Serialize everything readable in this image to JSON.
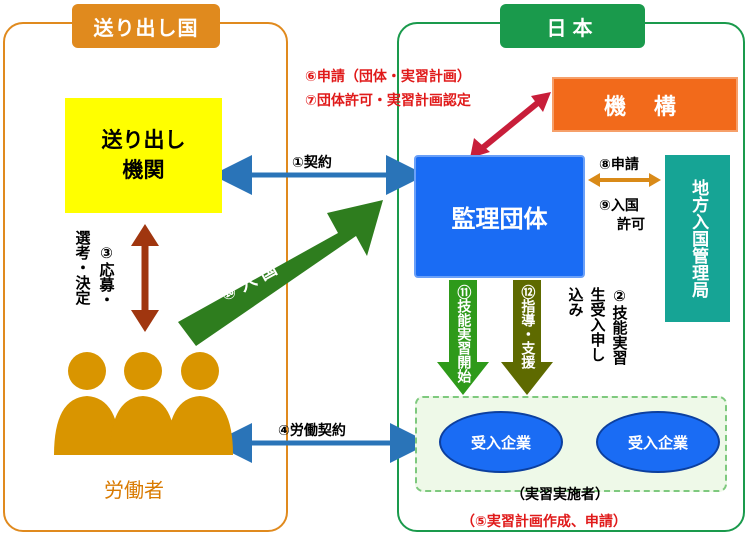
{
  "regions": {
    "sending_country": "送り出し国",
    "japan": "日本"
  },
  "boxes": {
    "sending_org_line1": "送り出し",
    "sending_org_line2": "機関",
    "kiko": "機 構",
    "kanri": "監理団体",
    "immigration": "地方入国管理局",
    "company_a": "受入企業",
    "company_b": "受入企業",
    "implementers": "（実習実施者）",
    "workers": "労働者"
  },
  "labels": {
    "apply_6": "⑥申請（団体・実習計画）",
    "permit_7": "⑦団体許可・実習計画認定",
    "contract_1": "①契約",
    "apply_8": "⑧申請",
    "permit_9_line1": "⑨入国",
    "permit_9_line2": "許可",
    "select_3_col1": "③応募・",
    "select_3_col2": "選考・決定",
    "entry_10": "⑩ 入 国",
    "training_11": "⑪技能実習開始",
    "guidance_12": "⑫指導・支援",
    "apply_2_col1": "②技能実習",
    "apply_2_col2": "生受入申し",
    "apply_2_col3": "込み",
    "labor_4": "④労働契約",
    "plan_5": "（⑤実習計画作成、申請）"
  },
  "colors": {
    "sending_frame": "#e08a1e",
    "japan_frame": "#1a9a4c",
    "sending_org": "#ffff00",
    "kiko": "#f26a1b",
    "kanri": "#1a6cf4",
    "immigration": "#16a495",
    "entry_arrow": "#2e7d1e",
    "guidance_arrow": "#5e6a00",
    "contract_arrows": "#2a74b8",
    "kiko_arrow": "#c81e3a",
    "select_arrow": "#a0360f",
    "immig_arrow": "#d98a18",
    "worker": "#d99500",
    "red_text": "#e01a1a"
  }
}
